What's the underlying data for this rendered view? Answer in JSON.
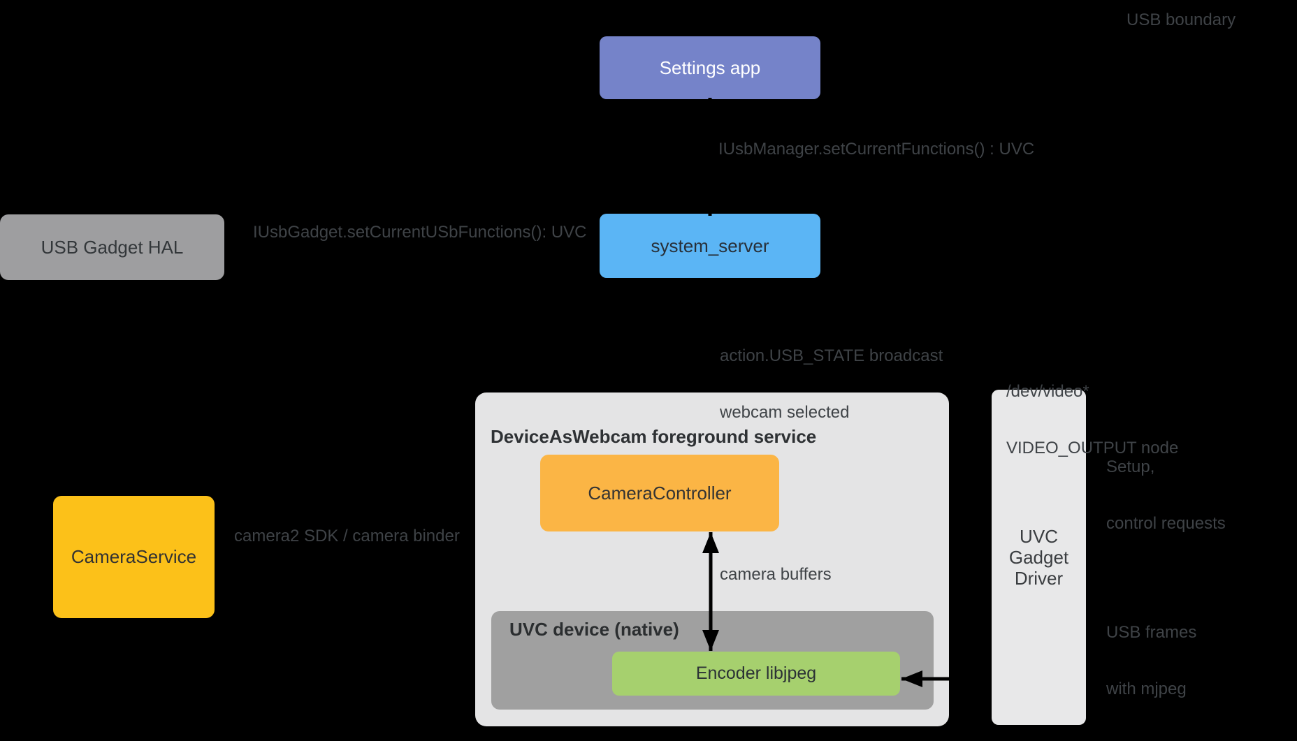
{
  "colors": {
    "background": "#000000",
    "settings_app": "#7583C9",
    "usb_gadget_hal": "#9E9EA0",
    "system_server": "#5BB5F5",
    "service_box": "#E4E4E5",
    "camera_controller": "#FBB545",
    "uvc_device_native": "#A0A0A0",
    "encoder_libjpeg": "#A6D06E",
    "uvc_gadget_driver": "#E8E8E9",
    "camera_service": "#FCC119",
    "arrow": "#000000",
    "label_text": "#3F4347"
  },
  "nodes": {
    "settings_app": {
      "label": "Settings app"
    },
    "usb_gadget_hal": {
      "label": "USB Gadget HAL"
    },
    "system_server": {
      "label": "system_server"
    },
    "device_as_webcam_service": {
      "title": "DeviceAsWebcam foreground service"
    },
    "camera_controller": {
      "label": "CameraController"
    },
    "uvc_device_native": {
      "title": "UVC device (native)"
    },
    "encoder_libjpeg": {
      "label": "Encoder libjpeg"
    },
    "uvc_gadget_driver": {
      "lines": [
        "UVC",
        "Gadget",
        "Driver"
      ]
    },
    "camera_service": {
      "label": "CameraService"
    }
  },
  "labels": {
    "usb_boundary": "USB boundary",
    "iusbmanager_call": "IUsbManager.setCurrentFunctions() : UVC",
    "iusbgadget_call": "IUsbGadget.setCurrentUSbFunctions(): UVC",
    "usb_state": {
      "lines": [
        "action.USB_STATE broadcast",
        "webcam selected"
      ]
    },
    "dev_video": {
      "lines": [
        "/dev/video*",
        "VIDEO_OUTPUT node"
      ]
    },
    "setup_control": {
      "lines": [
        "Setup,",
        "control requests"
      ]
    },
    "camera_buffers": "camera buffers",
    "usb_frames": {
      "lines": [
        "USB frames",
        "with mjpeg"
      ]
    },
    "camera2_sdk": "camera2 SDK / camera binder"
  },
  "edges": [
    {
      "from": "settings_app",
      "to": "system_server",
      "label": "IUsbManager.setCurrentFunctions() : UVC",
      "bidirectional": false
    },
    {
      "from": "system_server",
      "to": "usb_gadget_hal",
      "label": "IUsbGadget.setCurrentUSbFunctions(): UVC",
      "bidirectional": false
    },
    {
      "from": "system_server",
      "to": "device_as_webcam_service",
      "label": "action.USB_STATE broadcast webcam selected",
      "bidirectional": false
    },
    {
      "from": "camera_service",
      "to": "device_as_webcam_service",
      "label": "camera2 SDK / camera binder",
      "bidirectional": true
    },
    {
      "from": "camera_controller",
      "to": "encoder_libjpeg",
      "label": "camera buffers",
      "bidirectional": true
    },
    {
      "from": "uvc_gadget_driver",
      "to": "encoder_libjpeg",
      "label": "USB frames with mjpeg / setup, control requests",
      "bidirectional": false
    }
  ]
}
